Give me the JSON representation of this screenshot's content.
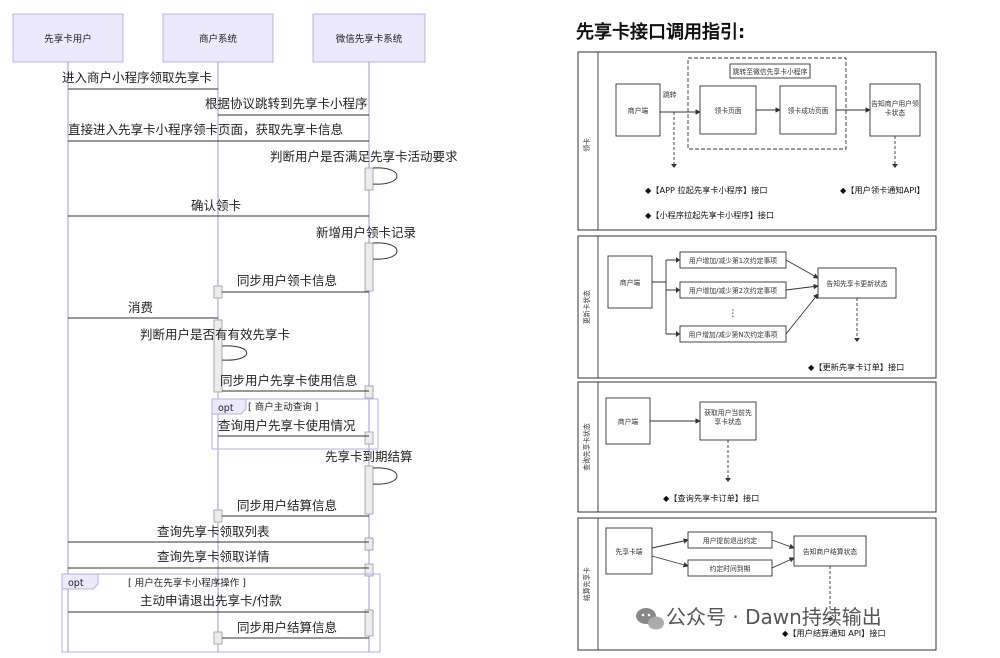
{
  "sequence": {
    "actors": [
      "先享卡用户",
      "商户系统",
      "微信先享卡系统"
    ],
    "messages": [
      "进入商户小程序领取先享卡",
      "根据协议跳转到先享卡小程序",
      "直接进入先享卡小程序领卡页面，获取先享卡信息",
      "判断用户是否满足先享卡活动要求",
      "确认领卡",
      "新增用户领卡记录",
      "同步用户领卡信息",
      "消费",
      "判断用户是否有有效先享卡",
      "同步用户先享卡使用信息",
      "查询用户先享卡使用情况",
      "先享卡到期结算",
      "同步用户结算信息",
      "查询先享卡领取列表",
      "查询先享卡领取详情",
      "主动申请退出先享卡/付款",
      "同步用户结算信息"
    ],
    "opts": [
      {
        "tag": "opt",
        "label": "[ 商户主动查询 ]"
      },
      {
        "tag": "opt",
        "label": "[ 用户在先享卡小程序操作 ]"
      }
    ]
  },
  "flow": {
    "title": "先享卡接口调用指引:",
    "s1": {
      "side": "领卡",
      "merchant": "商户端",
      "jump": "跳转",
      "dash_title": "跳转至微信先享卡小程序",
      "page1": "领卡页面",
      "page2": "领卡成功页面",
      "notify": "告知商户用户领卡状态",
      "api1": "◆【APP 拉起先享卡小程序】接口",
      "api2": "◆【小程序拉起先享卡小程序】接口",
      "api3": "◆【用户领卡通知API】"
    },
    "s2": {
      "side": "更新卡状态",
      "merchant": "商户端",
      "items": [
        "用户增加/减少第1次约定事项",
        "用户增加/减少第2次约定事项",
        "用户增加/减少第N次约定事项"
      ],
      "dots": "⋮",
      "notify": "告知先享卡更新状态",
      "api": "◆【更新先享卡订单】接口"
    },
    "s3": {
      "side": "查询先享卡状态",
      "merchant": "商户端",
      "query": "获取用户当前先享卡状态",
      "api": "◆【查询先享卡订单】接口"
    },
    "s4": {
      "side": "结算先享卡",
      "card": "先享卡端",
      "items": [
        "用户提前退出约定",
        "约定时间到期"
      ],
      "notify": "告知商户结算状态",
      "api": "◆【用户结算通知 API】接口"
    }
  },
  "watermark": "公众号 · Dawn持续输出"
}
